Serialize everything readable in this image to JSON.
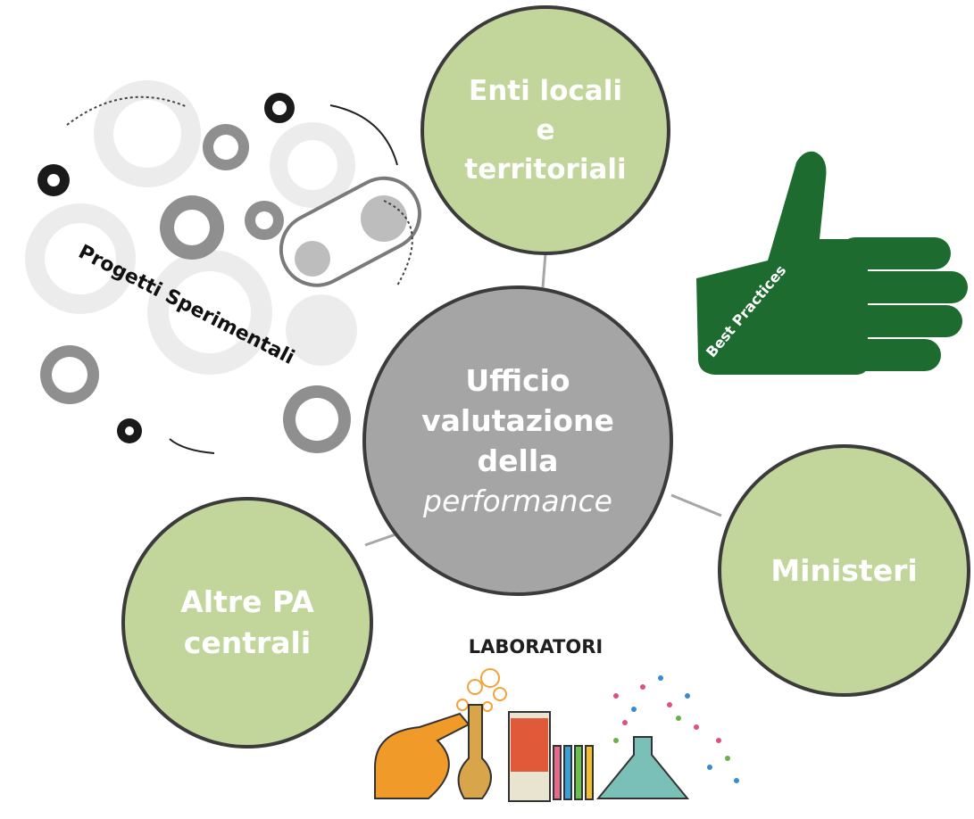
{
  "center": {
    "line1": "Ufficio",
    "line2": "valutazione",
    "line3": "della",
    "line4": "performance"
  },
  "nodes": {
    "enti": {
      "line1": "Enti locali",
      "line2": "e",
      "line3": "territoriali"
    },
    "ministeri": {
      "label": "Ministeri"
    },
    "altre": {
      "line1": "Altre PA",
      "line2": "centrali"
    }
  },
  "labels": {
    "progetti": "Progetti Sperimentali",
    "best_practices": "Best Practices",
    "laboratori": "LABORATORI"
  },
  "colors": {
    "node_fill": "#c2d69b",
    "center_fill": "#a5a5a5",
    "border": "#3b3b3b",
    "thumb_green": "#1e6b30",
    "connector": "#a6a6a6"
  }
}
